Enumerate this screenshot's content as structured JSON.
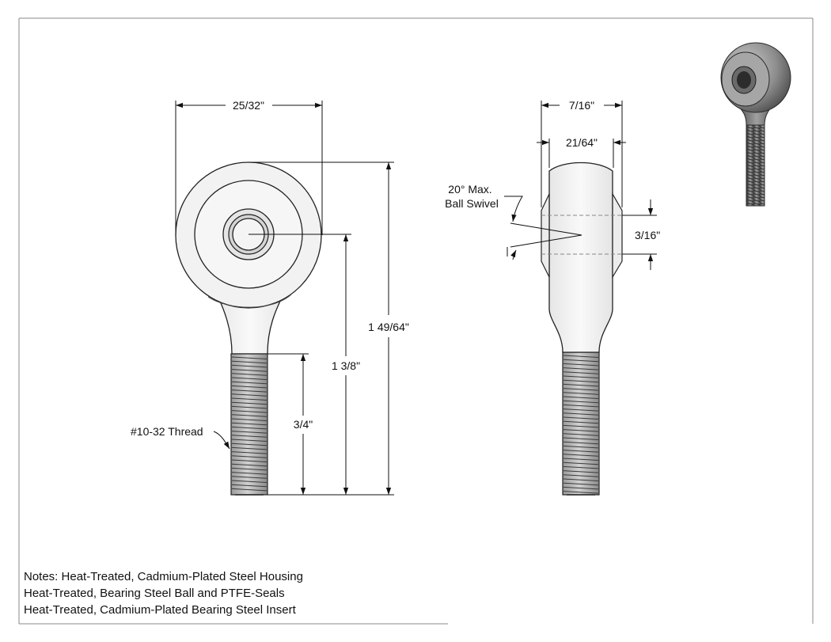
{
  "front_view": {
    "width_dim": "25/32\"",
    "overall_length_dim": "1 49/64\"",
    "center_to_end_dim": "1 3/8\"",
    "thread_length_dim": "3/4\"",
    "thread_callout": "#10-32 Thread"
  },
  "side_view": {
    "width_dim": "7/16\"",
    "ball_width_dim": "21/64\"",
    "bore_dim": "3/16\"",
    "swivel_label_line1": "20° Max.",
    "swivel_label_line2": "Ball Swivel"
  },
  "notes": {
    "line1": "Notes:  Heat-Treated, Cadmium-Plated Steel Housing",
    "line2": "Heat-Treated, Bearing Steel Ball and PTFE-Seals",
    "line3": "Heat-Treated, Cadmium-Plated Bearing Steel Insert"
  }
}
